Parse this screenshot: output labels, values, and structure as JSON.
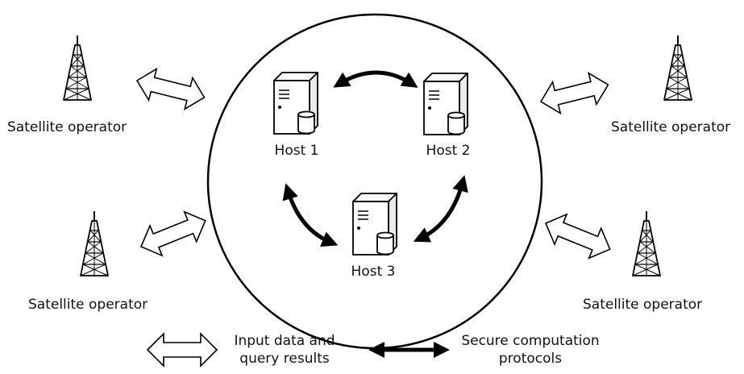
{
  "hosts": [
    {
      "label": "Host 1"
    },
    {
      "label": "Host 2"
    },
    {
      "label": "Host 3"
    }
  ],
  "operators": [
    {
      "label": "Satellite operator"
    },
    {
      "label": "Satellite operator"
    },
    {
      "label": "Satellite operator"
    },
    {
      "label": "Satellite operator"
    }
  ],
  "legend": {
    "hollow_arrow_line1": "Input data and",
    "hollow_arrow_line2": "query results",
    "solid_arrow_line1": "Secure computation",
    "solid_arrow_line2": "protocols"
  },
  "icons": {
    "host": "server-icon",
    "operator": "radio-tower-icon"
  },
  "colors": {
    "stroke": "#000000",
    "background": "#ffffff"
  }
}
